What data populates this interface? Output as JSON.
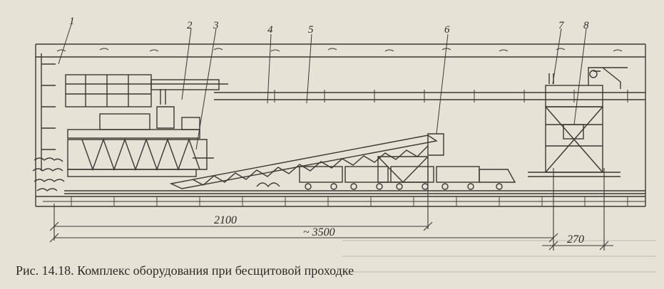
{
  "figure": {
    "callouts": [
      "1",
      "2",
      "3",
      "4",
      "5",
      "6",
      "7",
      "8"
    ],
    "dimensions": {
      "d1": "2100",
      "d2": "~ 3500",
      "d3": "270"
    },
    "caption": "Рис. 14.18. Комплекс оборудования при бесщитовой проходке"
  }
}
